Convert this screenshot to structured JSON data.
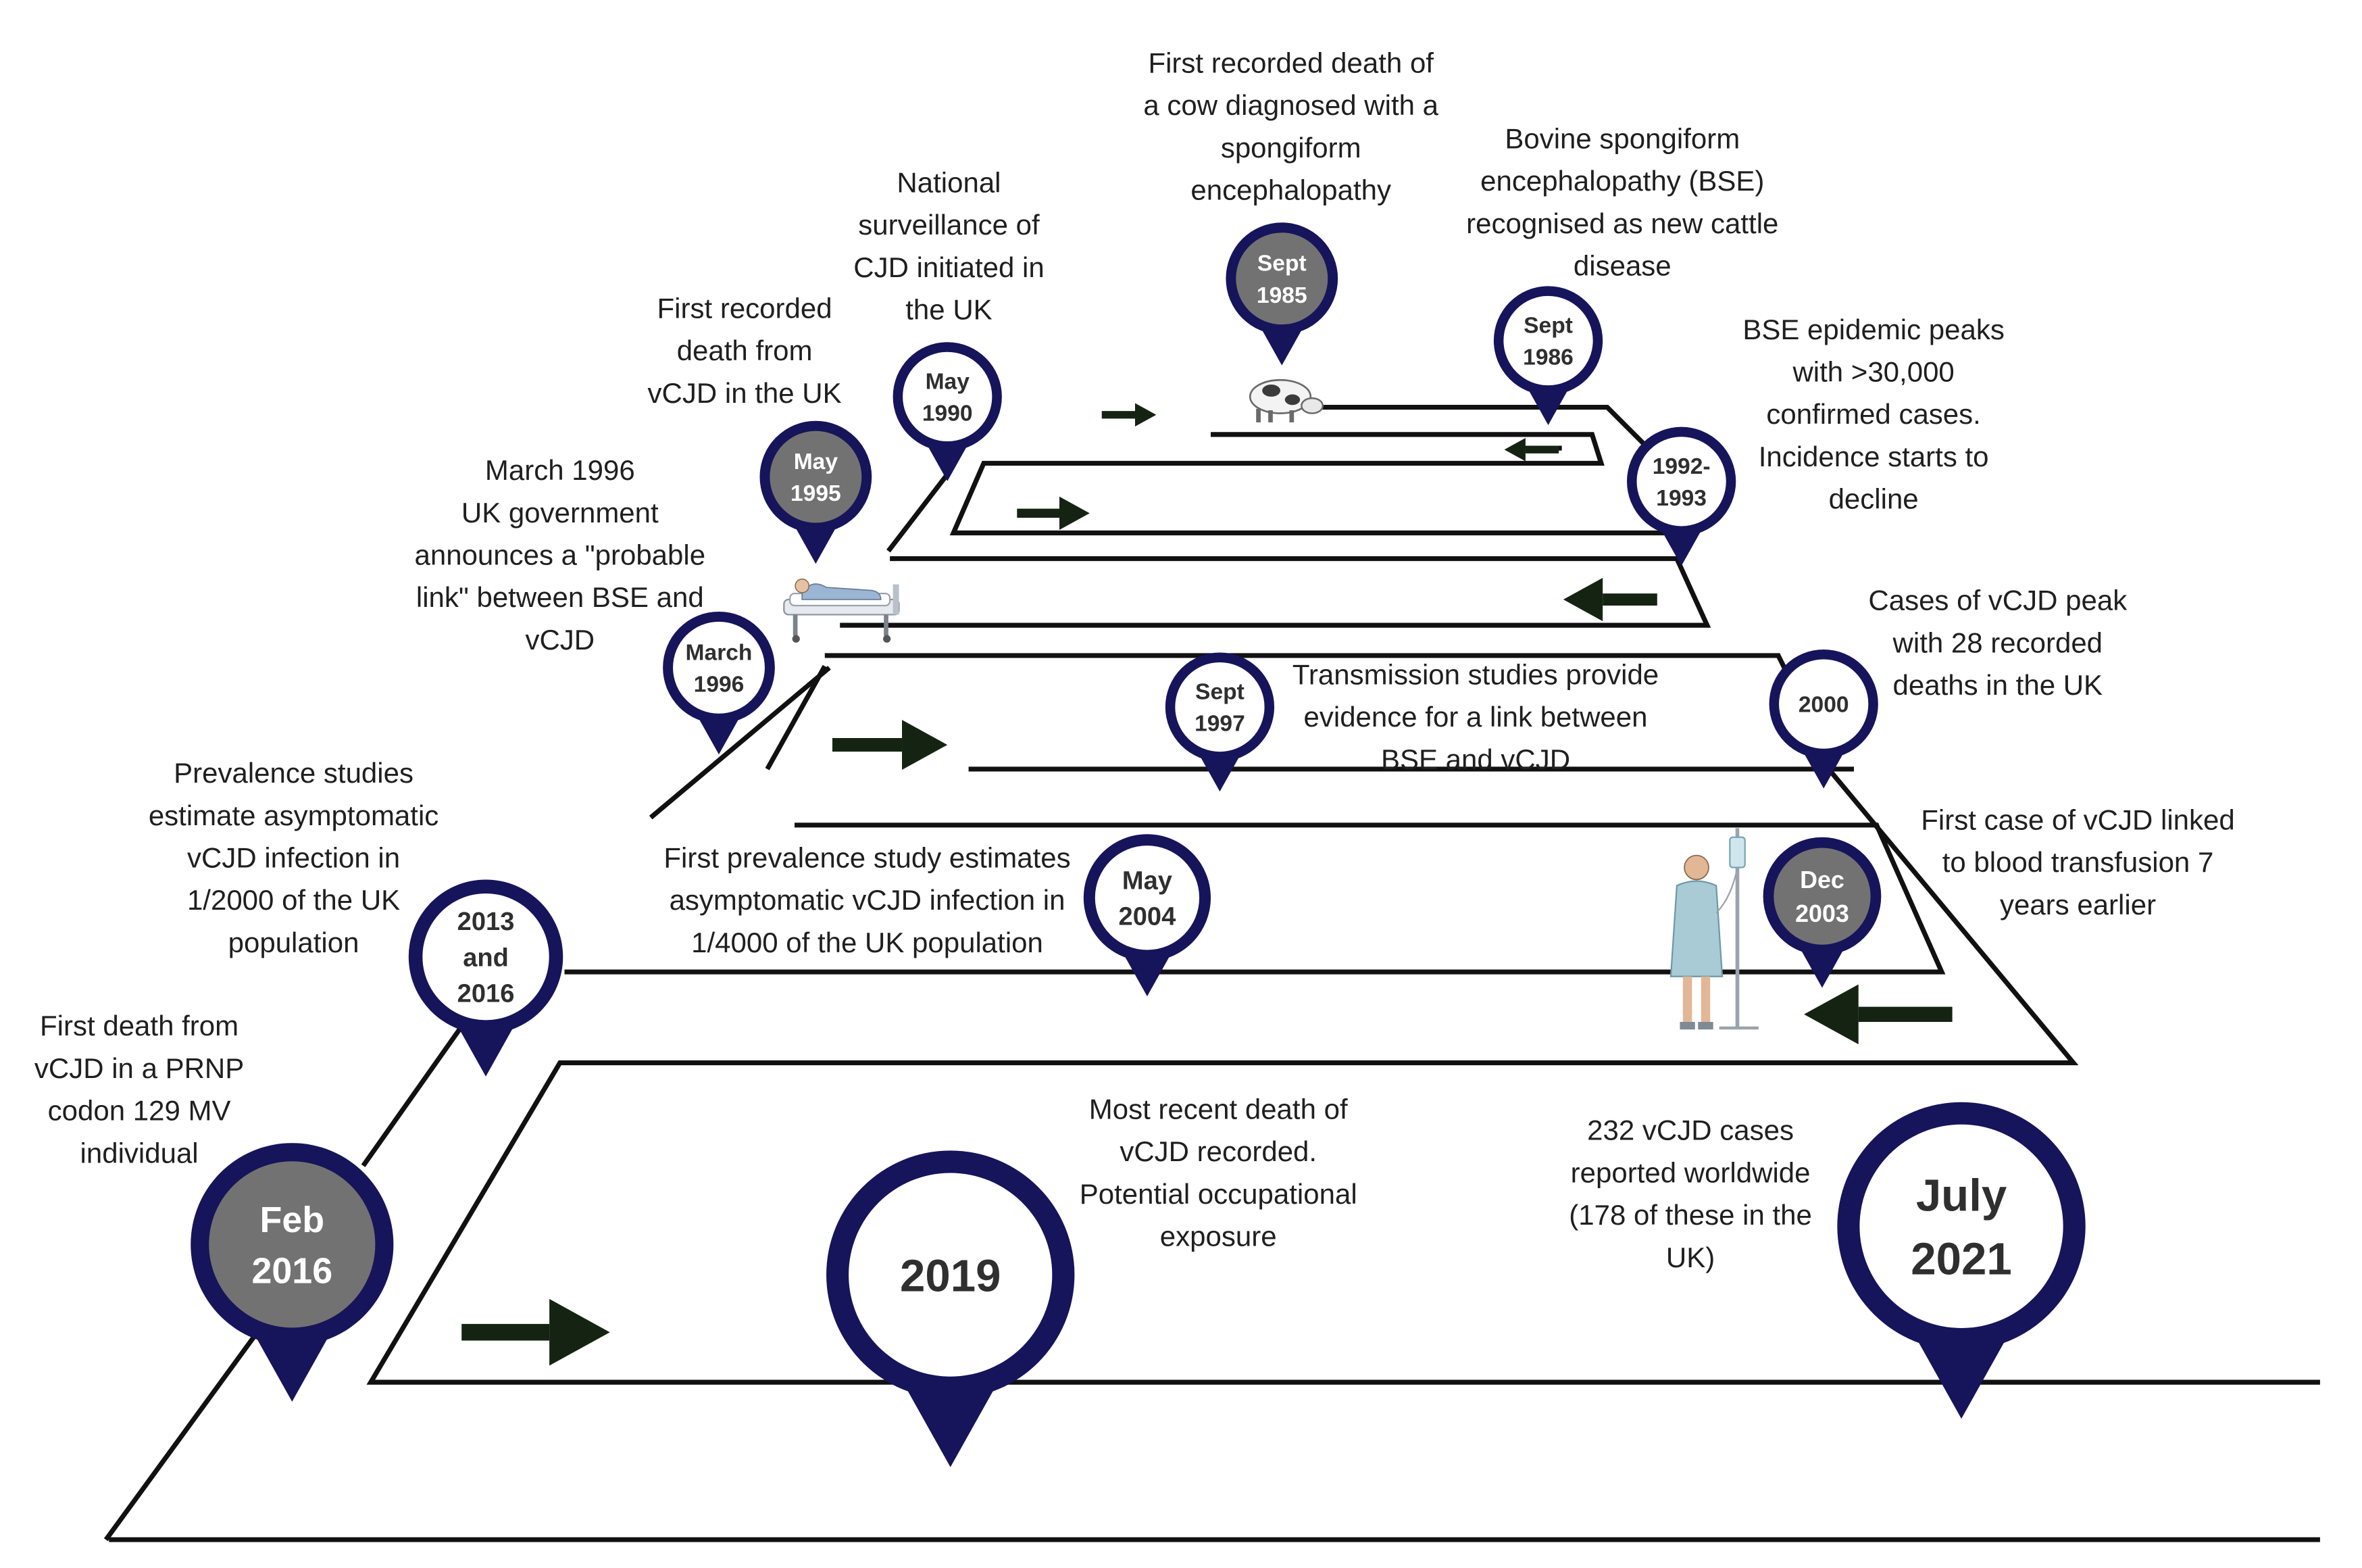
{
  "colors": {
    "pin_border": "#16145a",
    "pin_fill_highlight": "#727272",
    "track": "#111111",
    "arrow": "#152412"
  },
  "events": [
    {
      "id": "sept-1985",
      "date": [
        "Sept",
        "1985"
      ],
      "style": "grey",
      "caption": [
        "First recorded death of",
        "a cow diagnosed with a",
        "spongiform",
        "encephalopathy"
      ]
    },
    {
      "id": "sept-1986",
      "date": [
        "Sept",
        "1986"
      ],
      "style": "white",
      "caption": [
        "Bovine spongiform",
        "encephalopathy (BSE)",
        "recognised as new cattle",
        "disease"
      ]
    },
    {
      "id": "may-1990",
      "date": [
        "May",
        "1990"
      ],
      "style": "white",
      "caption": [
        "National",
        "surveillance of",
        "CJD initiated in",
        "the UK"
      ]
    },
    {
      "id": "1992-1993",
      "date": [
        "1992-",
        "1993"
      ],
      "style": "white",
      "caption": [
        "BSE epidemic peaks",
        "with >30,000",
        "confirmed cases.",
        "Incidence starts to",
        "decline"
      ]
    },
    {
      "id": "may-1995",
      "date": [
        "May",
        "1995"
      ],
      "style": "grey",
      "caption": [
        "First recorded",
        "death from",
        "vCJD in the UK"
      ]
    },
    {
      "id": "march-1996",
      "date": [
        "March",
        "1996"
      ],
      "style": "white",
      "caption": [
        "March 1996",
        "UK government",
        "announces a \"probable",
        "link\" between BSE and",
        "vCJD"
      ]
    },
    {
      "id": "sept-1997",
      "date": [
        "Sept",
        "1997"
      ],
      "style": "white",
      "caption": [
        "Transmission studies provide",
        "evidence for a link between",
        "BSE and vCJD"
      ]
    },
    {
      "id": "2000",
      "date": [
        "2000"
      ],
      "style": "white",
      "caption": [
        "Cases of vCJD peak",
        "with 28 recorded",
        "deaths in the UK"
      ]
    },
    {
      "id": "dec-2003",
      "date": [
        "Dec",
        "2003"
      ],
      "style": "grey",
      "caption": [
        "First case of vCJD linked",
        "to blood transfusion 7",
        "years earlier"
      ]
    },
    {
      "id": "may-2004",
      "date": [
        "May",
        "2004"
      ],
      "style": "white",
      "caption": [
        "First prevalence study estimates",
        "asymptomatic  vCJD infection in",
        "1/4000 of the UK  population"
      ]
    },
    {
      "id": "2013-2016",
      "date": [
        "2013",
        "and",
        "2016"
      ],
      "style": "white",
      "caption": [
        "Prevalence studies",
        "estimate asymptomatic",
        "vCJD infection  in",
        "1/2000 of the UK",
        "population"
      ]
    },
    {
      "id": "feb-2016",
      "date": [
        "Feb",
        "2016"
      ],
      "style": "grey",
      "caption": [
        "First death from",
        "vCJD in a PRNP",
        "codon 129 MV",
        "individual"
      ]
    },
    {
      "id": "2019",
      "date": [
        "2019"
      ],
      "style": "white",
      "caption": [
        "Most recent death of",
        "vCJD recorded.",
        "Potential occupational",
        "exposure"
      ]
    },
    {
      "id": "july-2021",
      "date": [
        "July",
        "2021"
      ],
      "style": "white",
      "caption": [
        "232 vCJD cases",
        "reported  worldwide",
        "(178 of these in the",
        "UK)"
      ]
    }
  ],
  "illustrations": [
    {
      "id": "cow",
      "icon": "cow-icon"
    },
    {
      "id": "hospital-bed",
      "icon": "hospital-bed-icon"
    },
    {
      "id": "patient-iv",
      "icon": "patient-iv-drip-icon"
    }
  ]
}
